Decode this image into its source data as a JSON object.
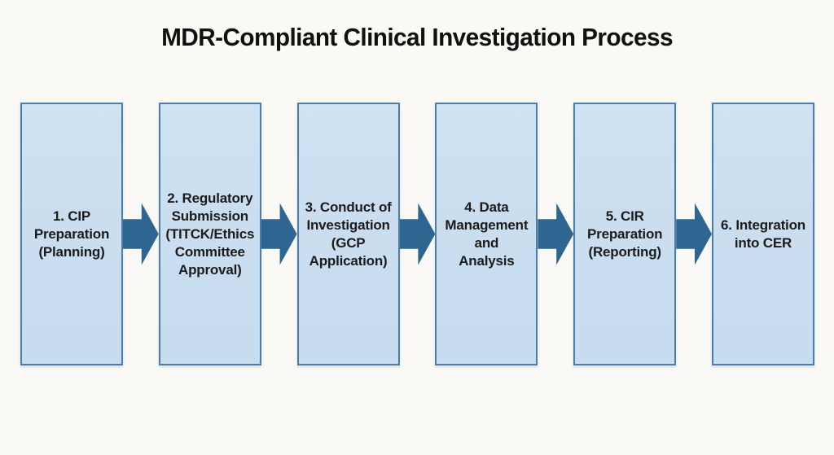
{
  "title": "MDR-Compliant Clinical Investigation Process",
  "colors": {
    "background": "#FAF9F6",
    "box_fill": "#CADEF0",
    "box_border": "#4C7DA9",
    "arrow": "#2E6591",
    "title_text": "#111111",
    "box_text": "#1B1B1B"
  },
  "diagram": {
    "type": "flowchart",
    "direction": "left-to-right",
    "connector": "solid-right-arrow",
    "steps": [
      {
        "label": "1. CIP\nPreparation\n(Planning)"
      },
      {
        "label": "2. Regulatory\nSubmission\n(TITCK/Ethics\nCommittee\nApproval)"
      },
      {
        "label": "3. Conduct of\nInvestigation\n(GCP\nApplication)"
      },
      {
        "label": "4. Data\nManagement\nand\nAnalysis"
      },
      {
        "label": "5. CIR\nPreparation\n(Reporting)"
      },
      {
        "label": "6. Integration\ninto CER"
      }
    ]
  }
}
